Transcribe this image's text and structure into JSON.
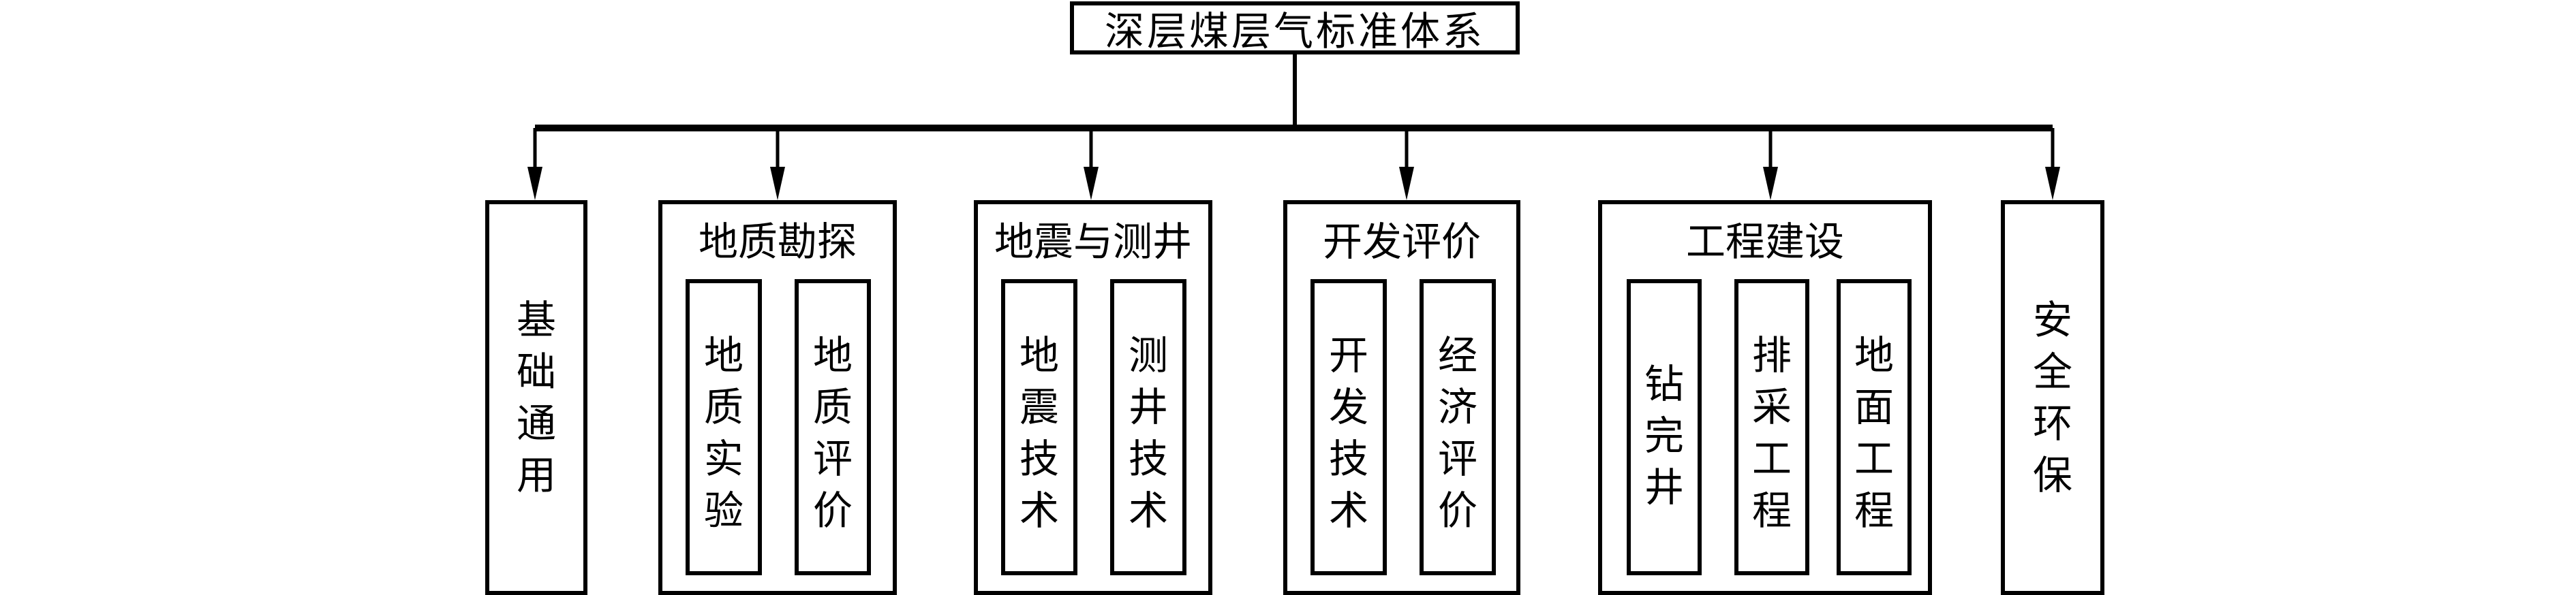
{
  "root": {
    "label": "深层煤层气标准体系"
  },
  "categories": [
    {
      "label": "基础通用",
      "children": []
    },
    {
      "label": "地质勘探",
      "children": [
        {
          "label": "地质实验"
        },
        {
          "label": "地质评价"
        }
      ]
    },
    {
      "label": "地震与测井",
      "children": [
        {
          "label": "地震技术"
        },
        {
          "label": "测井技术"
        }
      ]
    },
    {
      "label": "开发评价",
      "children": [
        {
          "label": "开发技术"
        },
        {
          "label": "经济评价"
        }
      ]
    },
    {
      "label": "工程建设",
      "children": [
        {
          "label": "钻完井"
        },
        {
          "label": "排采工程"
        },
        {
          "label": "地面工程"
        }
      ]
    },
    {
      "label": "安全环保",
      "children": []
    }
  ]
}
